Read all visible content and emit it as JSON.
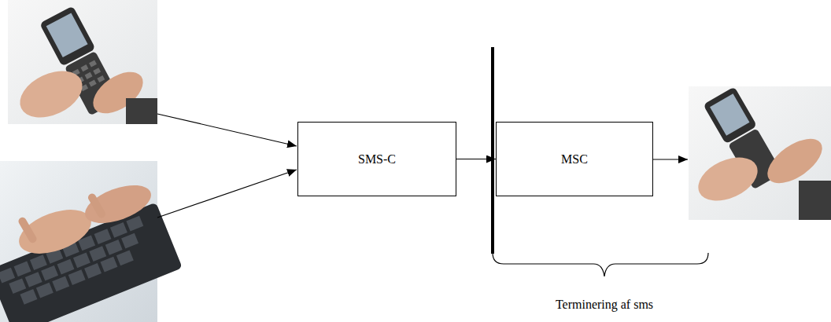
{
  "diagram": {
    "nodes": [
      {
        "text": [
          "SMS-C"
        ]
      },
      {
        "text": [
          "MSC"
        ]
      }
    ],
    "edges": [
      {
        "from": 0,
        "to": 1,
        "arrow": "to"
      }
    ],
    "labels": [
      "Terminering af sms"
    ]
  }
}
